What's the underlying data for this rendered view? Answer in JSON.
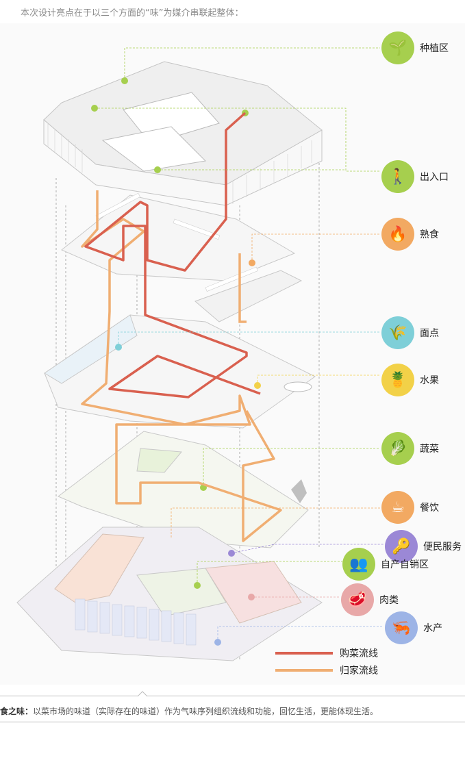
{
  "intro_text": "本次设计亮点在于以三个方面的“味”为媒介串联起整体：",
  "legend": [
    {
      "id": "planting",
      "label": "种植区",
      "color": "#a6cf4e",
      "icon": "sprout-icon",
      "glyph": "🌱"
    },
    {
      "id": "entrance",
      "label": "出入口",
      "color": "#a6cf4e",
      "icon": "walking-person-icon",
      "glyph": "🚶"
    },
    {
      "id": "cooked",
      "label": "熟食",
      "color": "#f2a962",
      "icon": "flame-icon",
      "glyph": "🔥"
    },
    {
      "id": "pastry",
      "label": "面点",
      "color": "#7ecfd8",
      "icon": "wheat-bag-icon",
      "glyph": "🌾"
    },
    {
      "id": "fruit",
      "label": "水果",
      "color": "#f2d148",
      "icon": "pineapple-icon",
      "glyph": "🍍"
    },
    {
      "id": "vegetable",
      "label": "蔬菜",
      "color": "#a6cf4e",
      "icon": "lettuce-icon",
      "glyph": "🥬"
    },
    {
      "id": "dining",
      "label": "餐饮",
      "color": "#f2a962",
      "icon": "coffee-cup-icon",
      "glyph": "☕"
    },
    {
      "id": "service",
      "label": "便民服务",
      "color": "#9b88d6",
      "icon": "key-icon",
      "glyph": "🔑"
    },
    {
      "id": "selfsale",
      "label": "自产自销区",
      "color": "#a6cf4e",
      "icon": "people-chat-icon",
      "glyph": "👥"
    },
    {
      "id": "meat",
      "label": "肉类",
      "color": "#e8a8a8",
      "icon": "steak-icon",
      "glyph": "🥩"
    },
    {
      "id": "aquatic",
      "label": "水产",
      "color": "#9db4e6",
      "icon": "shrimp-icon",
      "glyph": "🦐"
    }
  ],
  "routes": {
    "shopping": {
      "label": "购菜流线",
      "color": "#d9604f"
    },
    "home": {
      "label": "归家流线",
      "color": "#f0ae72"
    }
  },
  "caption": {
    "bold": "食之味：",
    "text": "以菜市场的味道（实际存在的味道）作为气味序列组织流线和功能，回忆生活，更能体现生活。"
  }
}
